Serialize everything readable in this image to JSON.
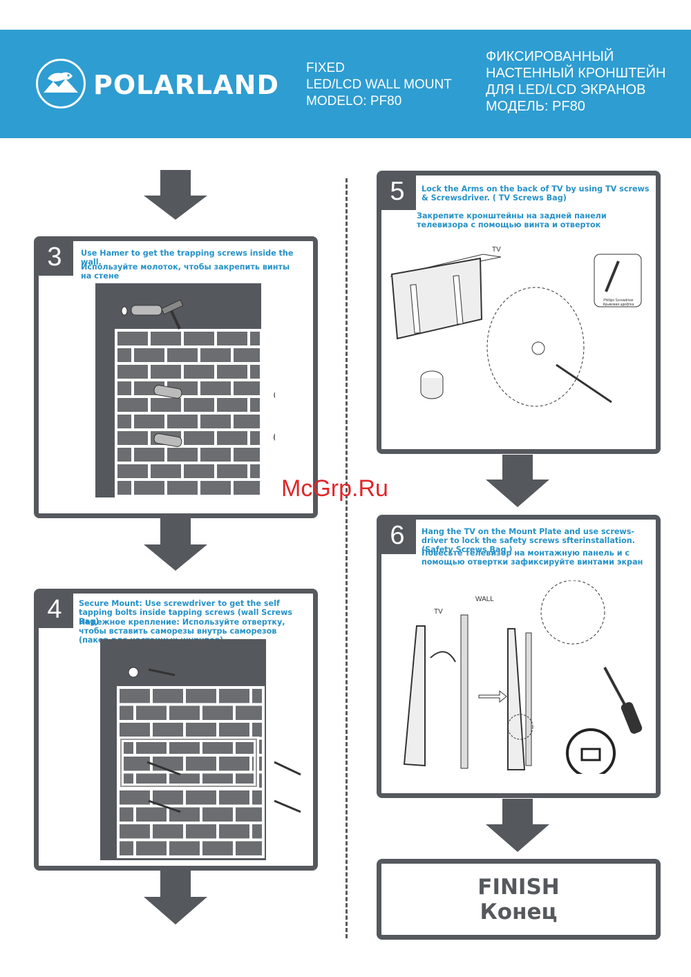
{
  "header": {
    "brand": "POLARLAND",
    "en_lines": [
      "FIXED",
      "LED/LCD WALL MOUNT",
      "MODELO: PF80"
    ],
    "ru_lines": [
      "ФИКСИРОВАННЫЙ",
      "НАСТЕННЫЙ КРОНШТЕЙН",
      "ДЛЯ LED/LCD ЭКРАНОВ",
      "МОДЕЛЬ: PF80"
    ]
  },
  "steps": {
    "s3": {
      "number": "3",
      "en": "Use Hamer to get the trapping screws inside the wall.",
      "ru": "Используйте молоток, чтобы закрепить винты на стене"
    },
    "s4": {
      "number": "4",
      "en": "Secure Mount:  Use screwdriver to get the self tapping bolts inside tapping screws   (wall Screws Bag)",
      "ru": "Надежное крепление:  Используйте отвертку, чтобы вставить саморезы внутрь саморезов (пакет для настенных шурупов)"
    },
    "s5": {
      "number": "5",
      "en": "Lock the Arms on the back of TV by using TV screws & Screwsdriver. ( TV Screws Bag)",
      "ru": "Закрепите кронштейны на задней панели телевизора с помощью винта и отверток",
      "tv_label": "TV",
      "screwdriver_en": "Phillips Screwdriver",
      "screwdriver_ru": "Крыжовая адефтка"
    },
    "s6": {
      "number": "6",
      "en": "Hang the TV on the Mount Plate and use screws-driver to lock the safety screws sfterinstallation.   (Safety Screws Bag )",
      "ru": "Повесьте телевизор на монтажную панель и с помощью отвертки зафиксируйте винтами экран",
      "tv_label": "TV",
      "wall_label": "WALL"
    }
  },
  "finish": {
    "en": "FINISH",
    "ru": "Конец"
  },
  "watermark": "McGrp.Ru",
  "colors": {
    "header_blue": "#2e9dd1",
    "panel_gray": "#55595e",
    "text_blue": "#2692c8",
    "brick": "#6b6d70"
  }
}
